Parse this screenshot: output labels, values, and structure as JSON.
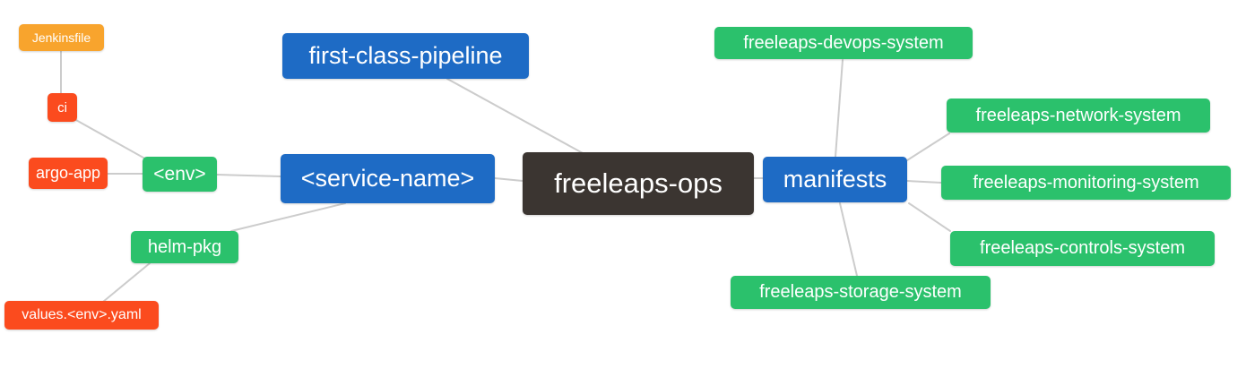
{
  "colors": {
    "blue": "#1E6BC5",
    "green": "#2BC16C",
    "orange-red": "#FB4B1E",
    "orange": "#F8A42D",
    "dark": "#3B3531",
    "edge": "#CCCCCC",
    "text": "#FFFFFF",
    "background": "#FFFFFF"
  },
  "nodes": {
    "freeleaps_ops": {
      "label": "freeleaps-ops"
    },
    "first_class_pipeline": {
      "label": "first-class-pipeline"
    },
    "service_name": {
      "label": "<service-name>"
    },
    "manifests": {
      "label": "manifests"
    },
    "env": {
      "label": "<env>"
    },
    "helm_pkg": {
      "label": "helm-pkg"
    },
    "ci": {
      "label": "ci"
    },
    "argo_app": {
      "label": "argo-app"
    },
    "jenkinsfile": {
      "label": "Jenkinsfile"
    },
    "values_env_yaml": {
      "label": "values.<env>.yaml"
    },
    "devops_system": {
      "label": "freeleaps-devops-system"
    },
    "network_system": {
      "label": "freeleaps-network-system"
    },
    "monitoring_system": {
      "label": "freeleaps-monitoring-system"
    },
    "controls_system": {
      "label": "freeleaps-controls-system"
    },
    "storage_system": {
      "label": "freeleaps-storage-system"
    }
  },
  "edges": [
    {
      "from": "jenkinsfile",
      "to": "ci"
    },
    {
      "from": "ci",
      "to": "env"
    },
    {
      "from": "argo_app",
      "to": "env"
    },
    {
      "from": "env",
      "to": "service_name"
    },
    {
      "from": "helm_pkg",
      "to": "service_name"
    },
    {
      "from": "values_env_yaml",
      "to": "helm_pkg"
    },
    {
      "from": "first_class_pipeline",
      "to": "freeleaps_ops"
    },
    {
      "from": "service_name",
      "to": "freeleaps_ops"
    },
    {
      "from": "freeleaps_ops",
      "to": "manifests"
    },
    {
      "from": "manifests",
      "to": "devops_system"
    },
    {
      "from": "manifests",
      "to": "network_system"
    },
    {
      "from": "manifests",
      "to": "monitoring_system"
    },
    {
      "from": "manifests",
      "to": "controls_system"
    },
    {
      "from": "manifests",
      "to": "storage_system"
    }
  ]
}
